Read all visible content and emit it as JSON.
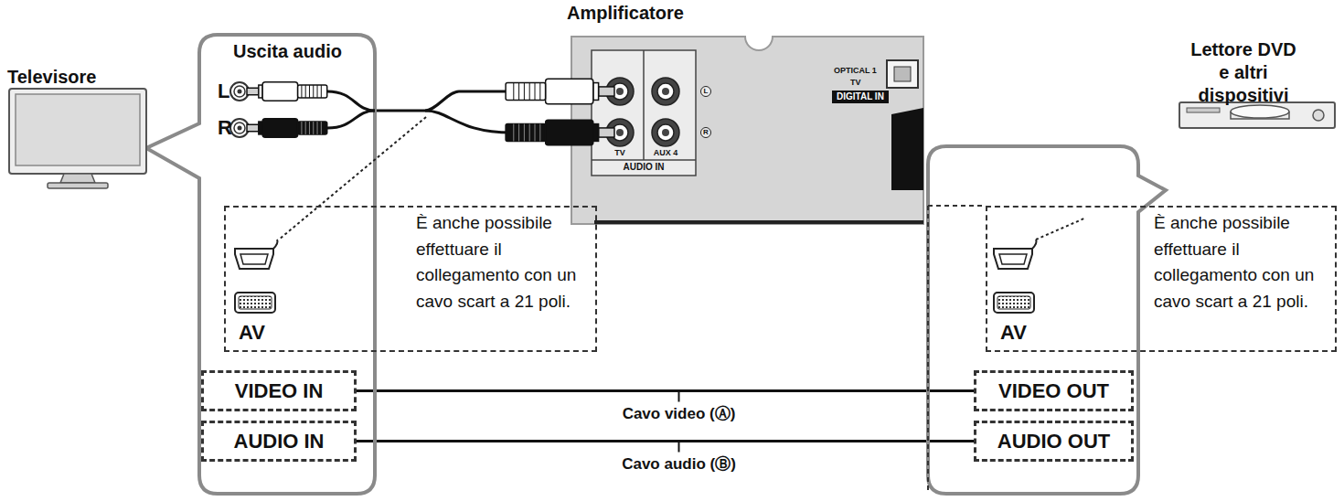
{
  "diagram": {
    "nodes": [
      {
        "text": [
          "Uscita audio"
        ]
      },
      {
        "text": [
          "AV",
          "È anche possibile effettuare il collegamento con un cavo scart a 21 poli."
        ]
      },
      {
        "text": [
          "VIDEO IN"
        ],
        "in": 0
      },
      {
        "text": [
          "AUDIO IN"
        ],
        "in": 0
      },
      {
        "text": [
          "Amplificatore"
        ]
      },
      {
        "text": [
          "AV",
          "È anche possibile effettuare il collegamento con un cavo scart a 21 poli."
        ]
      },
      {
        "text": [
          "VIDEO OUT"
        ]
      },
      {
        "text": [
          "AUDIO OUT"
        ]
      }
    ],
    "edges": [
      {
        "from": 0,
        "to": 4,
        "arrow": "none"
      },
      {
        "from": 2,
        "to": 6,
        "arrow": "none",
        "label": "Cavo video (Ⓐ)"
      },
      {
        "from": 3,
        "to": 7,
        "arrow": "none",
        "label": "Cavo audio (Ⓑ)"
      }
    ],
    "labels": [
      "Televisore",
      "L",
      "R",
      "TV",
      "AUX 4",
      "AUDIO IN",
      "OPTICAL 1",
      "TV",
      "DIGITAL IN",
      "L",
      "R",
      "Lettore DVD e altri dispositivi"
    ]
  }
}
